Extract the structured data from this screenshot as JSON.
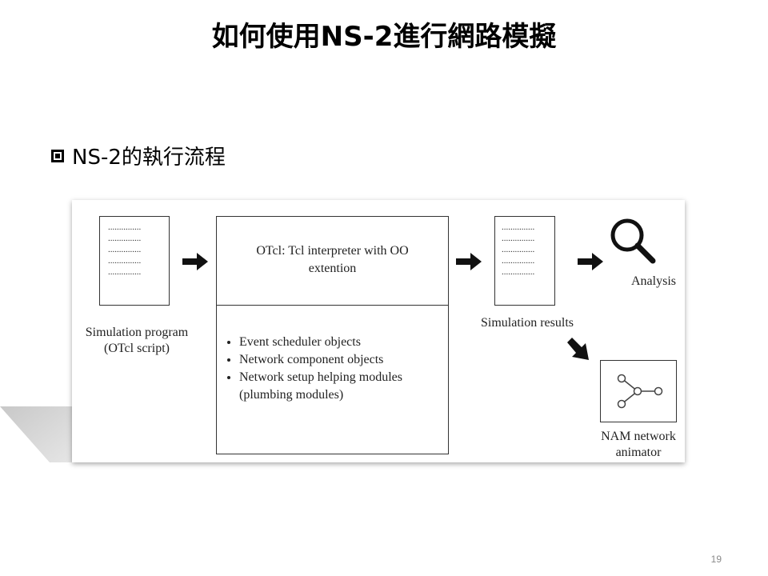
{
  "title": "如何使用NS-2進行網路模擬",
  "bullet": {
    "text": "NS-2的執行流程",
    "icon": "square-bullet-icon"
  },
  "diagram": {
    "program_doc_lines": [
      "...............",
      "...............",
      "...............",
      "...............",
      "..............."
    ],
    "program_label": [
      "Simulation program",
      "(OTcl script)"
    ],
    "otcl_label": [
      "OTcl: Tcl interpreter with OO",
      "extention"
    ],
    "components": [
      "Event scheduler objects",
      "Network component objects",
      "Network setup helping modules (plumbing modules)"
    ],
    "results_doc_lines": [
      "...............",
      "...............",
      "...............",
      "...............",
      "..............."
    ],
    "results_label": "Simulation results",
    "analysis_label": "Analysis",
    "nam_label": [
      "NAM network",
      "animator"
    ]
  },
  "page_number": "19"
}
